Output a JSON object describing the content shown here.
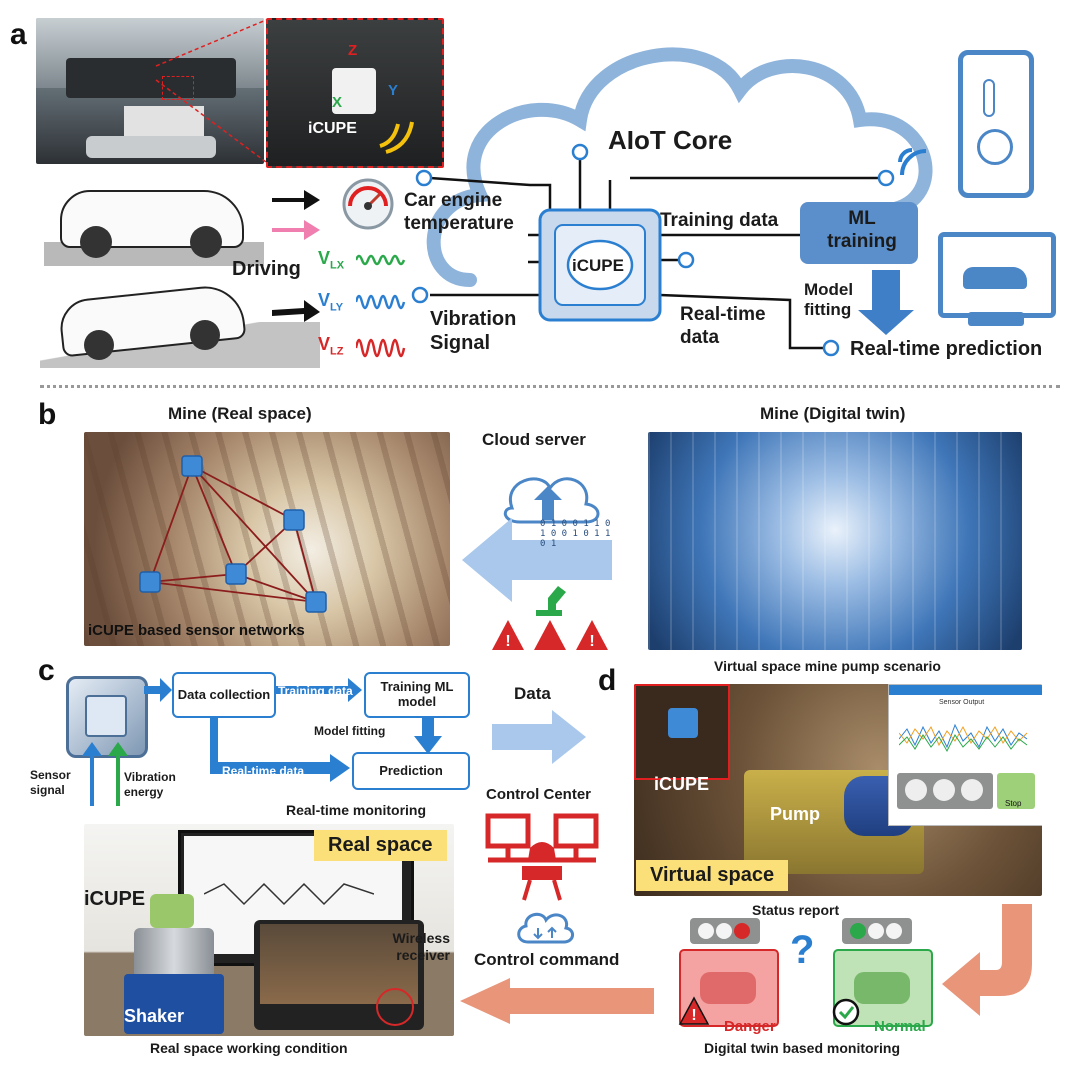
{
  "panels": {
    "a": "a",
    "b": "b",
    "c": "c",
    "d": "d"
  },
  "a": {
    "sensor_label": "iCUPE",
    "axes": {
      "z": "Z",
      "y": "Y",
      "x": "X"
    },
    "core_title": "AIoT Core",
    "chip_label": "iCUPE",
    "car_engine": "Car engine temperature",
    "driving": "Driving",
    "v_lx": "V",
    "v_lx_sub": "LX",
    "v_ly": "V",
    "v_ly_sub": "LY",
    "v_lz": "V",
    "v_lz_sub": "LZ",
    "vibration_signal": "Vibration Signal",
    "training_data": "Training data",
    "ml_training": "ML training",
    "realtime_data": "Real-time data",
    "model_fitting": "Model fitting",
    "realtime_prediction": "Real-time prediction"
  },
  "b": {
    "mine_real": "Mine (Real space)",
    "mine_twin": "Mine (Digital twin)",
    "cloud_server": "Cloud server",
    "network_caption": "iCUPE based sensor networks",
    "binary_text": "0 1 0 0 1 1 0 1 0 0 1 0 1 1 0 1"
  },
  "c": {
    "data_collection": "Data collection",
    "training_data": "Training data",
    "training_model": "Training ML model",
    "model_fitting": "Model fitting",
    "realtime_data": "Real-time data",
    "prediction": "Prediction",
    "realtime_monitoring": "Real-time monitoring",
    "sensor_signal": "Sensor signal",
    "vibration_energy": "Vibration energy",
    "real_space": "Real space",
    "icupe": "iCUPE",
    "shaker": "Shaker",
    "wireless_receiver": "Wireless receiver",
    "caption": "Real space working condition"
  },
  "middle": {
    "data": "Data",
    "control_center": "Control Center",
    "control_command": "Control command"
  },
  "d": {
    "title": "Virtual space mine pump scenario",
    "icupe": "iCUPE",
    "pump": "Pump",
    "virtual_space": "Virtual space",
    "sensor_output": "Sensor Output",
    "stop": "Stop",
    "status_report": "Status report",
    "danger": "Danger",
    "normal": "Normal",
    "caption": "Digital twin based monitoring",
    "question": "?"
  },
  "colors": {
    "blue": "#2b7fd0",
    "dark_blue": "#1f5fa8",
    "green": "#2aa84a",
    "red": "#d62828",
    "salmon": "#e8957a",
    "yellow": "#fbe07a"
  }
}
